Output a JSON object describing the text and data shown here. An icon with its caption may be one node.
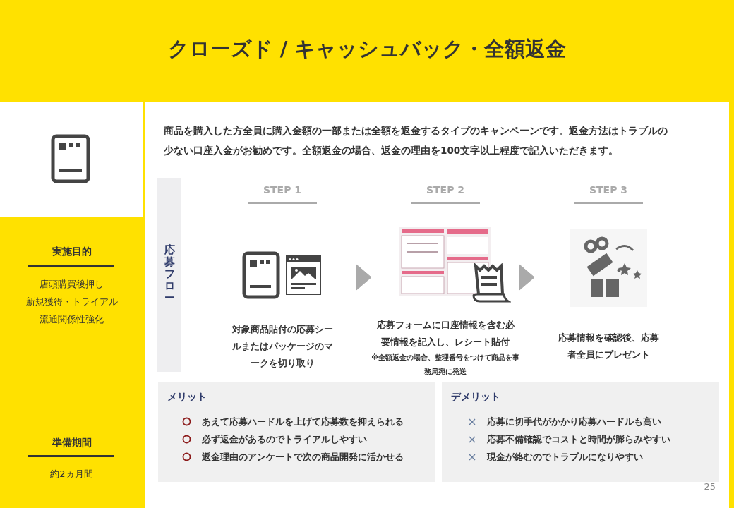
{
  "diagram": {
    "title": "クローズド / キャッシュバック・全額返金",
    "nodes": [
      {
        "text": [
          "STEP 1",
          "対象商品貼付の応募シールまたはパッケージのマークを切り取り"
        ]
      },
      {
        "text": [
          "STEP 2",
          "応募フォームに口座情報を含む必要情報を記入し、レシート貼付",
          "※全額返金の場合、整理番号をつけて商品を事務局宛に発送"
        ]
      },
      {
        "text": [
          "STEP 3",
          "応募情報を確認後、応募者全員にプレゼント"
        ]
      },
      {
        "text": [
          "メリット",
          "あえて応募ハードルを上げて応募数を抑えられる",
          "必ず返金があるのでトライアルしやすい",
          "返金理由のアンケートで次の商品開発に活かせる"
        ]
      },
      {
        "text": [
          "デメリット",
          "応募に切手代がかかり応募ハードルも高い",
          "応募不備確認でコストと時間が膨らみやすい",
          "現金が絡むのでトラブルになりやすい"
        ]
      }
    ],
    "edges": [
      {
        "from": 0,
        "to": 1,
        "arrow": "to"
      },
      {
        "from": 1,
        "to": 2,
        "arrow": "to"
      }
    ],
    "labels": [
      "実施目的",
      "店頭購買後押し",
      "新規獲得・トライアル",
      "流通関係性強化",
      "準備期間",
      "約2ヵ月間",
      "商品を購入した方全員に購入金額の一部または全額を返金するタイプのキャンペーンです。返金方法はトラブルの少ない口座入金がお勧めです。全額返金の場合、返金の理由を100文字以上程度で記入いただきます。",
      "応募フロー",
      "25"
    ]
  }
}
